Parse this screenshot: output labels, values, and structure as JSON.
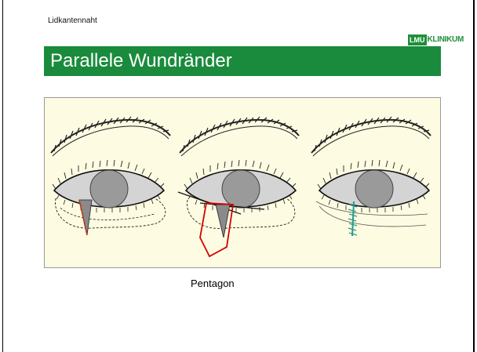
{
  "slide": {
    "section_label": "Lidkantennaht",
    "logo": {
      "box_text": "LMU",
      "text": "KLINIKUM",
      "color": "#1f8f3a"
    },
    "title": "Parallele Wundränder",
    "caption": "Pentagon",
    "colors": {
      "title_bar": "#1a8b3c",
      "figure_background": "#fdfbe1",
      "incision": "#cc0000",
      "suture": "#2a9a8a"
    }
  }
}
